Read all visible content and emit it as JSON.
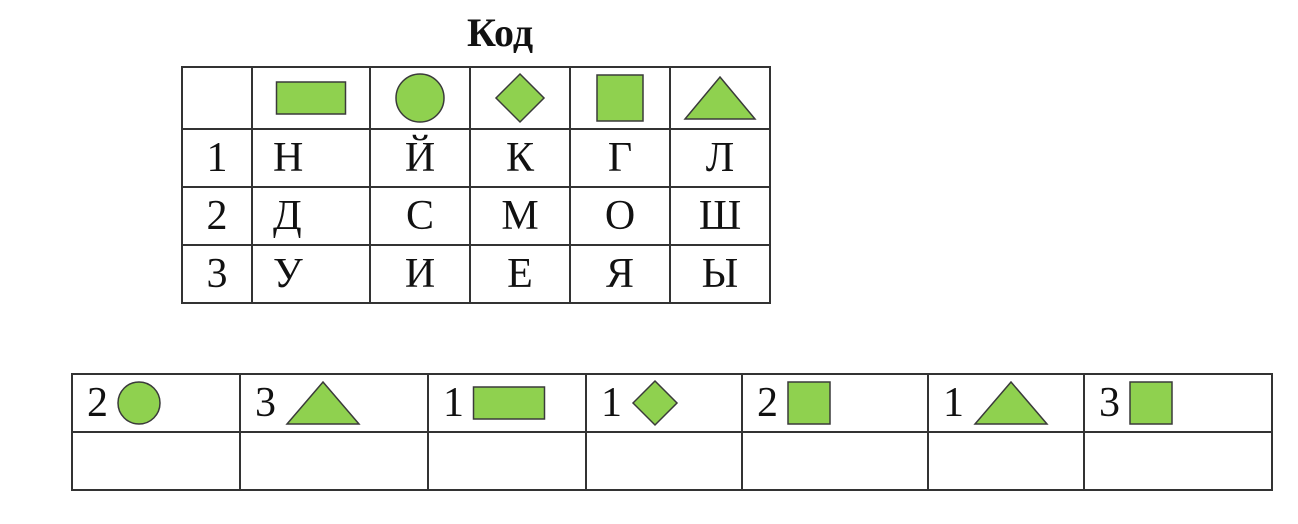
{
  "title": "Код",
  "colors": {
    "shape_fill": "#8fd14f",
    "shape_stroke": "#3a3a3a",
    "grid": "#333333"
  },
  "code_table": {
    "shapes": [
      "rectangle-icon",
      "circle-icon",
      "diamond-icon",
      "square-icon",
      "triangle-icon"
    ],
    "rows": [
      {
        "num": "1",
        "letters": [
          "Н",
          "Й",
          "К",
          "Г",
          "Л"
        ]
      },
      {
        "num": "2",
        "letters": [
          "Д",
          "С",
          "М",
          "О",
          "Ш"
        ]
      },
      {
        "num": "3",
        "letters": [
          "У",
          "И",
          "Е",
          "Я",
          "Ы"
        ]
      }
    ]
  },
  "message": [
    {
      "digit": "2",
      "shape": "circle-icon"
    },
    {
      "digit": "3",
      "shape": "triangle-icon"
    },
    {
      "digit": "1",
      "shape": "rectangle-icon"
    },
    {
      "digit": "1",
      "shape": "diamond-icon"
    },
    {
      "digit": "2",
      "shape": "square-icon"
    },
    {
      "digit": "1",
      "shape": "triangle-icon"
    },
    {
      "digit": "3",
      "shape": "square-icon"
    }
  ]
}
